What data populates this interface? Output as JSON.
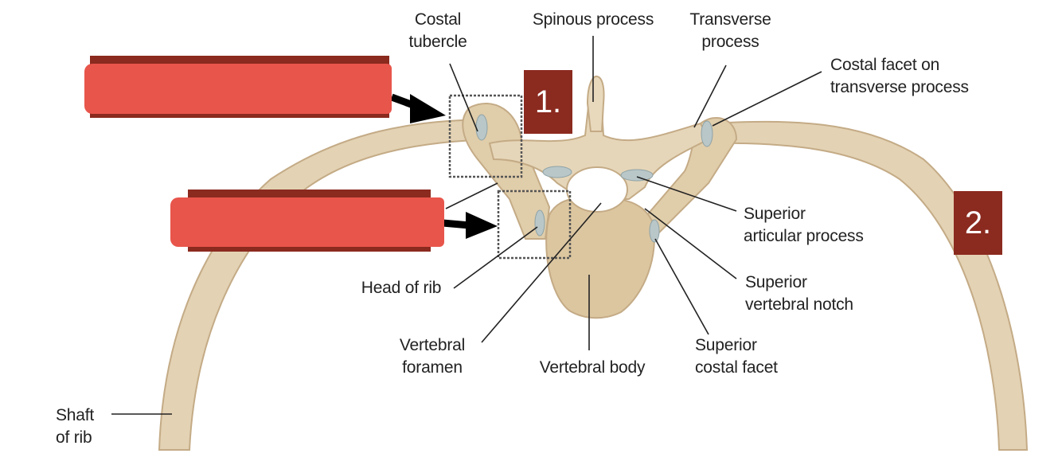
{
  "labels": {
    "costal_tubercle": "Costal\ntubercle",
    "spinous_process": "Spinous process",
    "transverse_process": "Transverse\nprocess",
    "costal_facet_transverse": "Costal facet on\ntransverse process",
    "superior_articular_process": "Superior\narticular process",
    "superior_vertebral_notch": "Superior\nvertebral notch",
    "superior_costal_facet": "Superior\ncostal facet",
    "vertebral_body": "Vertebral body",
    "vertebral_foramen": "Vertebral\nforamen",
    "head_of_rib": "Head of rib",
    "shaft_of_rib": "Shaft\nof rib"
  },
  "tags": {
    "one": "1.",
    "two": "2."
  },
  "colors": {
    "bone": "#e3d2b4",
    "bone_shade": "#c4ab86",
    "cartilage": "#b9c7c9",
    "tag_bg": "#8b2a1f",
    "cover_red": "#e8554b",
    "cover_dark": "#8b2a1f"
  }
}
